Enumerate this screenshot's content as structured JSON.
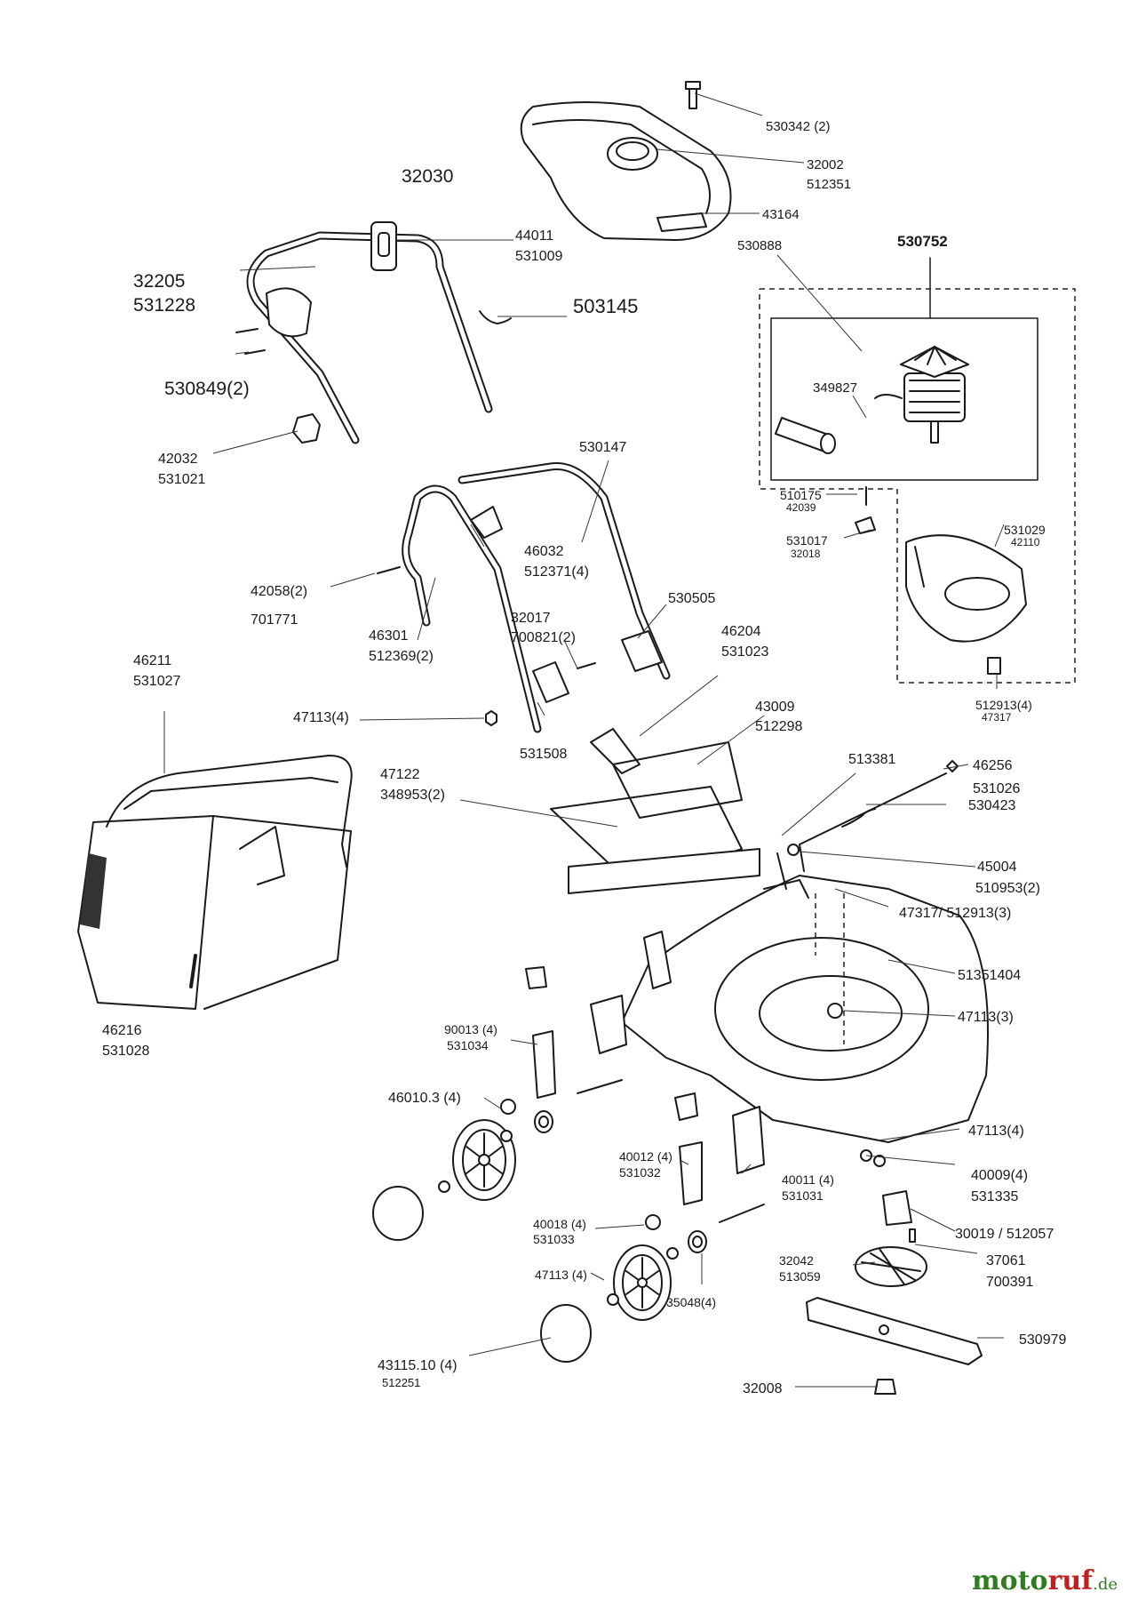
{
  "labels": {
    "p530342": "530342 (2)",
    "p32002": "32002",
    "p512351": "512351",
    "p43164": "43164",
    "p32030": "32030",
    "p44011": "44011",
    "p531009": "531009",
    "p530752": "530752",
    "p530888": "530888",
    "p32205": "32205",
    "p531228": "531228",
    "p503145": "503145",
    "p349827": "349827",
    "p530849": "530849(2)",
    "p42032": "42032",
    "p531021": "531021",
    "p530147": "530147",
    "p510175": "510175",
    "p42039": "42039",
    "p531029": "531029",
    "p42110": "42110",
    "p531017": "531017",
    "p32018": "32018",
    "p46032": "46032",
    "p512371": "512371(4)",
    "p42058": "42058(2)",
    "p701771": "701771",
    "p530505": "530505",
    "p32017": "32017",
    "p700821": "700821(2)",
    "p46204": "46204",
    "p531023": "531023",
    "p46301": "46301",
    "p512369": "512369(2)",
    "p46211": "46211",
    "p531027": "531027",
    "p512913a": "512913(4)",
    "p47317a": "47317",
    "p47113a": "47113(4)",
    "p43009": "43009",
    "p512298": "512298",
    "p531508": "531508",
    "p47122": "47122",
    "p348953": "348953(2)",
    "p513381": "513381",
    "p46256": "46256",
    "p531026": "531026",
    "p530423": "530423",
    "p45004": "45004",
    "p510953": "510953(2)",
    "p47317b": "47317/ 512913(3)",
    "p51351404": "51351404",
    "p47113b": "47113(3)",
    "p90013": "90013 (4)",
    "p531034": "531034",
    "p46216": "46216",
    "p531028": "531028",
    "p46010": "46010.3 (4)",
    "p47113c": "47113(4)",
    "p40012": "40012 (4)",
    "p531032": "531032",
    "p40011": "40011 (4)",
    "p531031": "531031",
    "p40009": "40009(4)",
    "p531335": "531335",
    "p40018": "40018 (4)",
    "p531033": "531033",
    "p30019": "30019 / 512057",
    "p32042": "32042",
    "p513059": "513059",
    "p37061": "37061",
    "p700391": "700391",
    "p47113d": "47113 (4)",
    "p35048": "35048(4)",
    "p530979": "530979",
    "p43115": "43115.10 (4)",
    "p512251": "512251",
    "p32008": "32008"
  },
  "brand": {
    "part1": "moto",
    "part2": "ruf",
    "tld": ".de"
  }
}
